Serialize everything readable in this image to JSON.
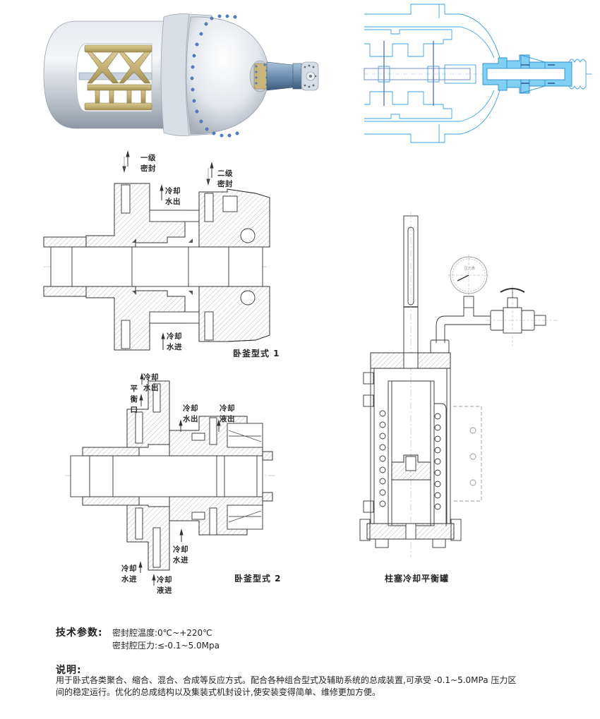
{
  "figures": {
    "render_3d": {
      "description": "3D rendering of horizontal reactor vessel with agitator and mechanical seal",
      "icon": "reactor-vessel-render"
    },
    "blueprint": {
      "description": "Blue line cross-section of horizontal vessel with agitator shaft and seal",
      "icon": "reactor-cross-section"
    },
    "type1": {
      "caption": "卧釜型式 1",
      "labels": {
        "primary_seal": "一级\n密封",
        "secondary_seal": "二级\n密封",
        "coolant_water_out": "冷却\n水出",
        "coolant_water_in": "冷却\n水进"
      }
    },
    "type2": {
      "caption": "卧釜型式 2",
      "labels": {
        "balance_port": "平衡口",
        "coolant_water_out_1": "冷却\n水出",
        "coolant_water_out_2": "冷却\n水出",
        "coolant_liquid_out": "冷却\n液出",
        "coolant_water_in_1": "冷却\n水进",
        "coolant_water_in_2": "冷却\n水进",
        "coolant_liquid_in": "冷却\n液进"
      }
    },
    "tank": {
      "caption": "柱塞冷却平衡罐",
      "gauge_label": "压力表"
    }
  },
  "specs": {
    "title": "技术参数:",
    "rows": [
      {
        "label": "密封腔温度:",
        "value": "0℃~+220℃"
      },
      {
        "label": "密封腔压力:",
        "value": "≤-0.1~5.0Mpa"
      }
    ]
  },
  "description": {
    "title": "说明:",
    "lines": [
      "用于卧式各类聚合、缩合、混合、合成等反应方式。配合各种组合型式及辅助系统的总成装置,可承受 -0.1~5.0MPa 压力区",
      "间的稳定运行。优化的总成结构以及集装式机封设计,使安装变得简单、维修更加方便。"
    ]
  },
  "colors": {
    "blueprint_line": "#3aa0e0",
    "blueprint_fill": "#7fd0f2",
    "drawing_line": "#333333",
    "vessel_light": "#eef2f6",
    "vessel_dark": "#8e97a3",
    "agitator_gold": "#c9b67a",
    "bolt_blue": "#4f7fc7"
  }
}
